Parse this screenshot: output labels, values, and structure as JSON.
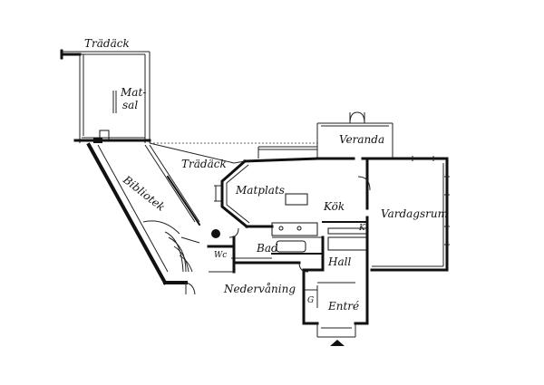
{
  "plan": {
    "rooms": {
      "tradack_top": "Trädäck",
      "matsal_1": "Mat-",
      "matsal_2": "sal",
      "bibliotek": "Bibliotek",
      "tradack_mid": "Trädäck",
      "matplats": "Matplats",
      "veranda": "Veranda",
      "kok": "Kök",
      "vardagsrum": "Vardagsrum",
      "bad": "Bad",
      "hall": "Hall",
      "wc": "Wc",
      "nedervaning": "Nedervåning",
      "entre": "Entré",
      "g": "G",
      "k": "K"
    }
  }
}
